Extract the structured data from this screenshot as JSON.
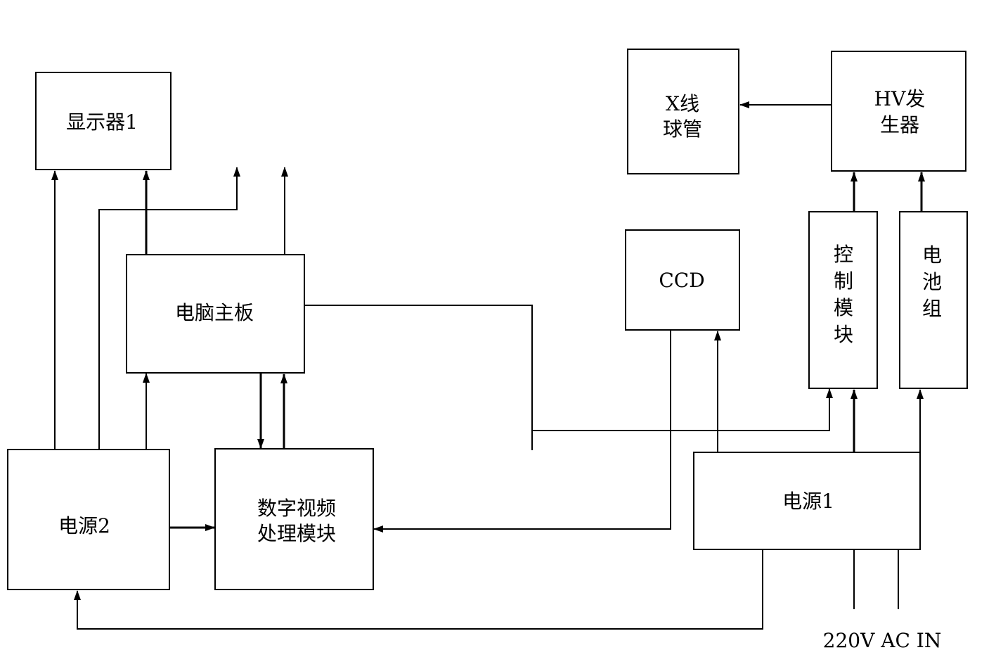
{
  "title": "X-ray imaging system block diagram",
  "blocks": {
    "display1": "显示器1",
    "motherboard": "电脑主板",
    "power2": "电源2",
    "video_line1": "数字视频",
    "video_line2": "处理模块",
    "xray_line1": "X线",
    "xray_line2": "球管",
    "hv_line1": "HV发",
    "hv_line2": "生器",
    "ccd": "CCD",
    "control": [
      "控",
      "制",
      "模",
      "块"
    ],
    "battery": [
      "电",
      "池",
      "组"
    ],
    "power1": "电源1"
  },
  "input_label": "220V AC IN"
}
